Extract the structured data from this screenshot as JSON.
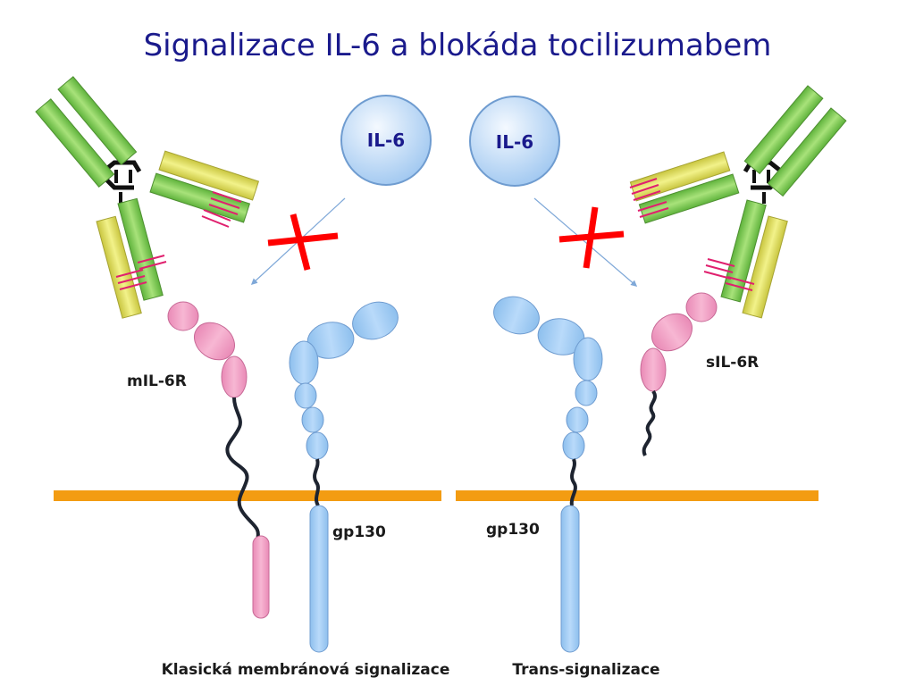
{
  "title": "Signalizace IL-6 a blokáda tocilizumabem",
  "labels": {
    "il6_left": "IL-6",
    "il6_right": "IL-6",
    "mil6r": "mIL-6R",
    "sil6r": "sIL-6R",
    "gp130_left": "gp130",
    "gp130_right": "gp130",
    "classic": "Klasická membránová signalizace",
    "trans": "Trans-signalizace"
  },
  "colors": {
    "title": "#1a1a8c",
    "membrane": "#f39c12",
    "il6_ligand": "#bcd8f7",
    "gp130": "#9ec9f2",
    "il6r": "#f2a2c8",
    "antibody_heavy": "#8fd46a",
    "antibody_light": "#e6e86a",
    "cdr_marks": "#e0206e",
    "block_cross": "#ff0000",
    "tether": "#1e2430"
  },
  "icons": {
    "ligand": "il6-circle",
    "antibody": "antibody-y-shape",
    "block": "red-x-block"
  }
}
